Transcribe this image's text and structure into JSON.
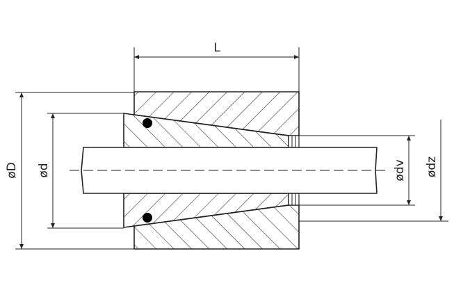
{
  "drawing": {
    "dimensions": {
      "length": "L",
      "outer_diameter": "øD",
      "inner_diameter": "ød",
      "dv_diameter": "ødv",
      "dz_diameter": "ødz"
    },
    "colors": {
      "line": "#222222",
      "oring": "#000000"
    }
  }
}
